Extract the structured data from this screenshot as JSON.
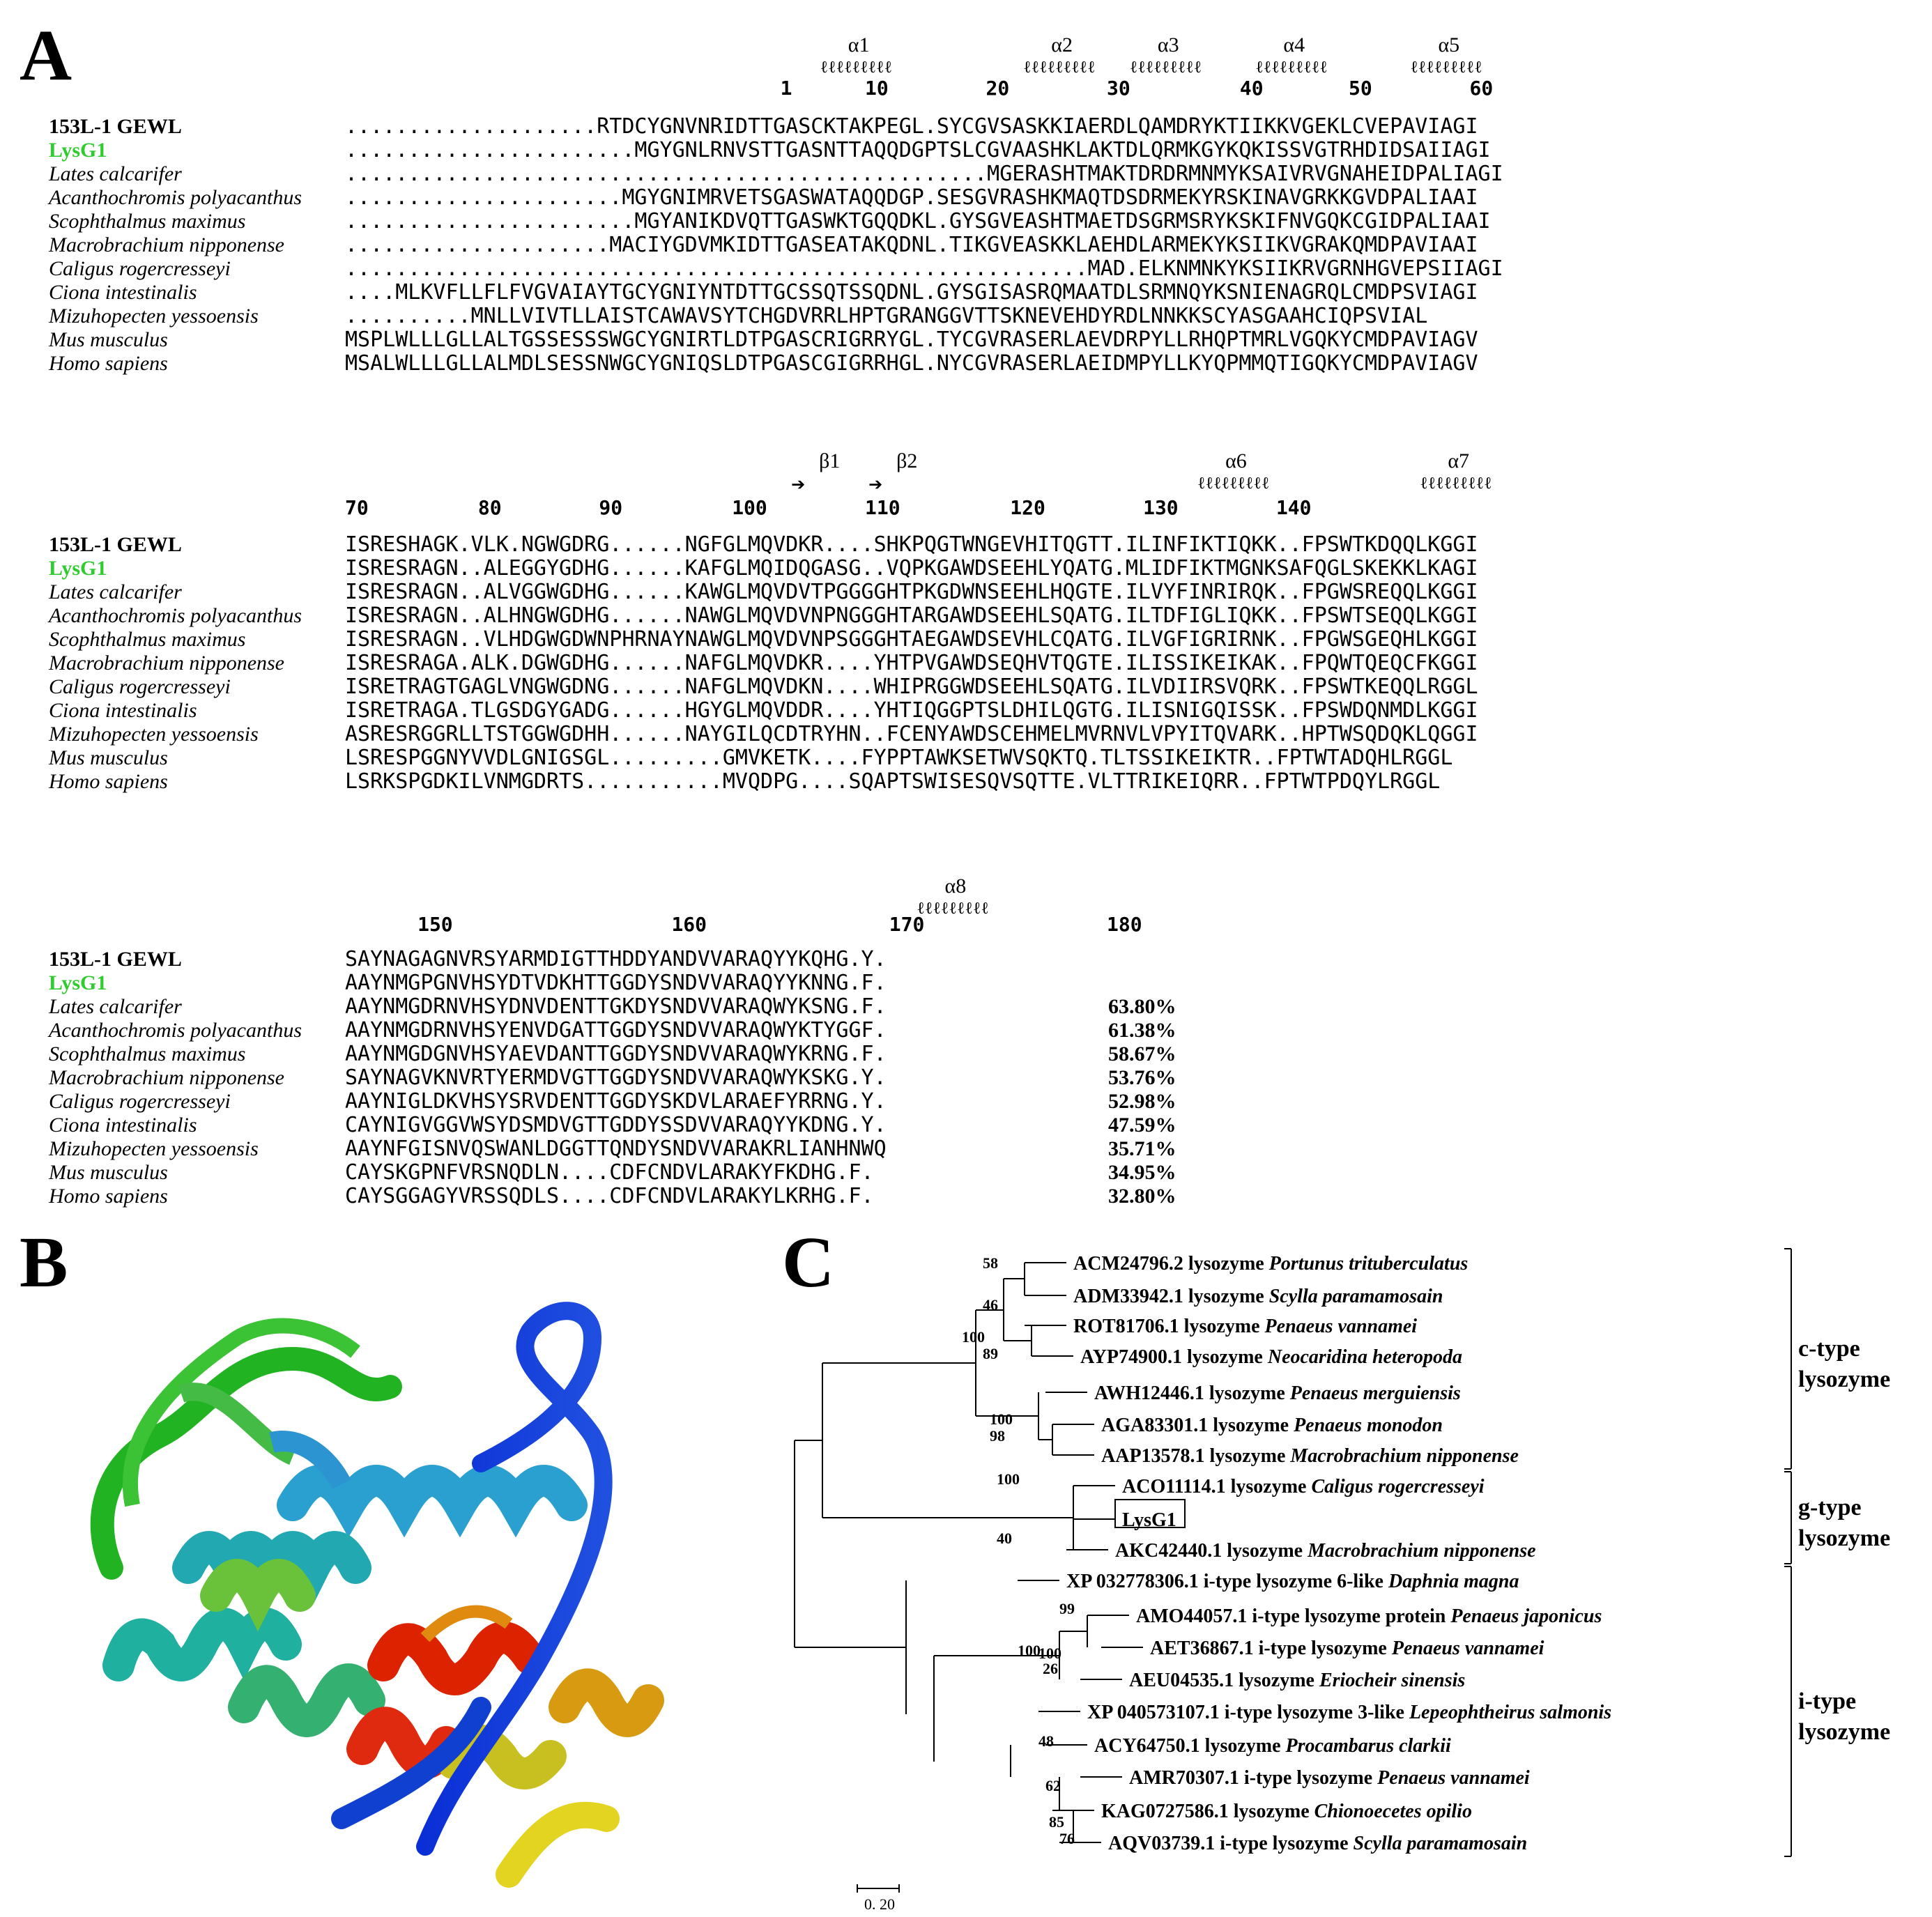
{
  "panels": {
    "a": "A",
    "b": "B",
    "c": "C"
  },
  "colors": {
    "conserved_red": "#e60000",
    "similar_yellow": "#ffff00",
    "lysg1_green": "#2ecc2e",
    "frame_blue": "#5a5ab4"
  },
  "alignment": {
    "names": [
      "153L-1 GEWL",
      "LysG1",
      "Lates calcarifer",
      "Acanthochromis polyacanthus",
      "Scophthalmus maximus",
      "Macrobrachium nipponense",
      "Caligus rogercresseyi",
      "Ciona intestinalis",
      "Mizuhopecten yessoensis",
      "Mus musculus",
      "Homo sapiens"
    ],
    "block1": {
      "ss_labels": [
        "α1",
        "α2",
        "α3",
        "α4",
        "α5"
      ],
      "ruler": [
        "1",
        "10",
        "20",
        "30",
        "40",
        "50",
        "60"
      ],
      "rows": [
        "....................RTDCYGNVNRIDTTGASCKTAKPEGL.SYCGVSASKKIAERDLQAMDRYKTIIKKVGEKLCVEPAVIAGI",
        ".......................MGYGNLRNVSTTGASNTTAQQDGPTSLCGVAASHKLAKTDLQRMKGYKQKISSVGTRHDIDSAIIAGI",
        "...................................................MGERASHTMAKTDRDRMNMYKSAIVRVGNAHEIDPALIAGI",
        "......................MGYGNIMRVETSGASWATAQQDGP.SESGVRASHKMAQTDSDRMEKYRSKINAVGRKKGVDPALIAAI",
        ".......................MGYANIKDVQTTGASWKTGQQDKL.GYSGVEASHTMAETDSGRMSRYKSKIFNVGQKCGIDPALIAAI",
        ".....................MACIYGDVMKIDTTGASEATAKQDNL.TIKGVEASKKLAEHDLARMEKYKSIIKVGRAKQMDPAVIAAI",
        "...........................................................MAD.ELKNMNKYKSIIKRVGRNHGVEPSIIAGI",
        "....MLKVFLLFLFVGVAIAYTGCYGNIYNTDTTGCSSQTSSQDNL.GYSGISASRQMAATDLSRMNQYKSNIENAGRQLCMDPSVIAGI",
        "..........MNLLVIVTLLAISTCAWAVSYTCHGDVRRLHPTGRANGGVTTSKNEVEHDYRDLNNKKSCYASGAAHCIQPSVIAL",
        "MSPLWLLLGLLALTGSSESSSWGCYGNIRTLDTPGASCRIGRRYGL.TYCGVRASERLAEVDRPYLLRHQPTMRLVGQKYCMDPAVIAGV",
        "MSALWLLLGLLALMDLSESSNWGCYGNIQSLDTPGASCGIGRRHGL.NYCGVRASERLAEIDMPYLLKYQPMMQTIGQKYCMDPAVIAGV"
      ]
    },
    "block2": {
      "ss_labels": [
        "β1",
        "β2",
        "α6",
        "α7"
      ],
      "ruler": [
        "70",
        "80",
        "90",
        "100",
        "110",
        "120",
        "130",
        "140"
      ],
      "rows": [
        "ISRESHAGK.VLK.NGWGDRG......NGFGLMQVDKR....SHKPQGTWNGEVHITQGTT.ILINFIKTIQKK..FPSWTKDQQLKGGI",
        "ISRESRAGN..ALEGGYGDHG......KAFGLMQIDQGASG..VQPKGAWDSEEHLYQATG.MLIDFIKTMGNKSAFQGLSKEKKLKAGI",
        "ISRESRAGN..ALVGGWGDHG......KAWGLMQVDVTPGGGGHTPKGDWNSEEHLHQGTE.ILVYFINRIRQK..FPGWSREQQLKGGI",
        "ISRESRAGN..ALHNGWGDHG......NAWGLMQVDVNPNGGGHTARGAWDSEEHLSQATG.ILTDFIGLIQKK..FPSWTSEQQLKGGI",
        "ISRESRAGN..VLHDGWGDWNPHRNAYNAWGLMQVDVNPSGGGHTAEGAWDSEVHLCQATG.ILVGFIGRIRNK..FPGWSGEQHLKGGI",
        "ISRESRAGA.ALK.DGWGDHG......NAFGLMQVDKR....YHTPVGAWDSEQHVTQGTE.ILISSIKEIKAK..FPQWTQEQCFKGGI",
        "ISRETRAGTGAGLVNGWGDNG......NAFGLMQVDKN....WHIPRGGWDSEEHLSQATG.ILVDIIRSVQRK..FPSWTKEQQLRGGL",
        "ISRETRAGA.TLGSDGYGADG......HGYGLMQVDDR....YHTIQGGPTSLDHILQGTG.ILISNIGQISSK..FPSWDQNMDLKGGI",
        "ASRESRGGRLLTSTGGWGDHH......NAYGILQCDTRYHN..FCENYAWDSCEHMELMVRNVLVPYITQVARK..HPTWSQDQKLQGGI",
        "LSRESPGGNYVVDLGNIGSGL.........GMVKETK....FYPPTAWKSETWVSQKTQ.TLTSSIKEIKTR..FPTWTADQHLRGGL",
        "LSRKSPGDKILVNMGDRTS...........MVQDPG....SQAPTSWISESQVSQTTE.VLTTRIKEIQRR..FPTWTPDQYLRGGL"
      ]
    },
    "block3": {
      "ss_labels": [
        "α8"
      ],
      "ruler": [
        "150",
        "160",
        "170",
        "180"
      ],
      "rows": [
        "SAYNAGAGNVRSYARMDIGTTHDDYANDVVARAQYYKQHG.Y.",
        "AAYNMGPGNVHSYDTVDKHTTGGDYSNDVVARAQYYKNNG.F.",
        "AAYNMGDRNVHSYDNVDENTTGKDYSNDVVARAQWYKSNG.F.",
        "AAYNMGDRNVHSYENVDGATTGGDYSNDVVARAQWYKTYGGF.",
        "AAYNMGDGNVHSYAEVDANTTGGDYSNDVVARAQWYKRNG.F.",
        "SAYNAGVKNVRTYERMDVGTTGGDYSNDVVARAQWYKSKG.Y.",
        "AAYNIGLDKVHSYSRVDENTTGGDYSKDVLARAEFYRRNG.Y.",
        "CAYNIGVGGVWSYDSMDVGTTGDDYSSDVVARAQYYKDNG.Y.",
        "AAYNFGISNVQSWANLDGGTTQNDYSNDVVARAKRLIANHNWQ",
        "CAYSKGPNFVRSNQDLN....CDFCNDVLARAKYFKDHG.F.",
        "CAYSGGAGYVRSSQDLS....CDFCNDVLARAKYLKRHG.F."
      ],
      "identities": [
        "",
        "",
        "63.80%",
        "61.38%",
        "58.67%",
        "53.76%",
        "52.98%",
        "47.59%",
        "35.71%",
        "34.95%",
        "32.80%"
      ]
    }
  },
  "tree": {
    "leaves": [
      {
        "id": "ACM24796.2 lysozyme",
        "sp": "Portunus trituberculatus"
      },
      {
        "id": "ADM33942.1 lysozyme",
        "sp": "Scylla paramamosain"
      },
      {
        "id": "ROT81706.1 lysozyme",
        "sp": "Penaeus vannamei"
      },
      {
        "id": "AYP74900.1 lysozyme",
        "sp": "Neocaridina heteropoda"
      },
      {
        "id": "AWH12446.1  lysozyme",
        "sp": "Penaeus merguiensis"
      },
      {
        "id": "AGA83301.1 lysozyme",
        "sp": "Penaeus monodon"
      },
      {
        "id": "AAP13578.1 lysozyme",
        "sp": "Macrobrachium nipponense"
      },
      {
        "id": "ACO11114.1 lysozyme",
        "sp": "Caligus rogercresseyi"
      },
      {
        "id": "LysG1",
        "sp": ""
      },
      {
        "id": "AKC42440.1 lysozyme",
        "sp": "Macrobrachium nipponense"
      },
      {
        "id": "XP 032778306.1 i-type lysozyme 6-like",
        "sp": "Daphnia magna"
      },
      {
        "id": "AMO44057.1 i-type lysozyme protein",
        "sp": "Penaeus japonicus"
      },
      {
        "id": "AET36867.1 i-type lysozyme",
        "sp": "Penaeus vannamei"
      },
      {
        "id": "AEU04535.1 lysozyme",
        "sp": "Eriocheir sinensis"
      },
      {
        "id": "XP 040573107.1 i-type lysozyme 3-like",
        "sp": "Lepeophtheirus salmonis"
      },
      {
        "id": "ACY64750.1 lysozyme",
        "sp": "Procambarus clarkii"
      },
      {
        "id": "AMR70307.1 i-type lysozyme",
        "sp": " Penaeus vannamei"
      },
      {
        "id": "KAG0727586.1 lysozyme",
        "sp": "Chionoecetes opilio"
      },
      {
        "id": "AQV03739.1 i-type lysozyme",
        "sp": "Scylla paramamosain"
      }
    ],
    "bootstraps": [
      "58",
      "46",
      "100",
      "89",
      "100",
      "98",
      "100",
      "40",
      "99",
      "100",
      "100",
      "26",
      "48",
      "62",
      "85",
      "76"
    ],
    "groups": [
      {
        "line1": "c-type",
        "line2": "lysozyme"
      },
      {
        "line1": "g-type",
        "line2": "lysozyme"
      },
      {
        "line1": "i-type",
        "line2": "lysozyme"
      }
    ],
    "scale_label": "0. 20"
  }
}
